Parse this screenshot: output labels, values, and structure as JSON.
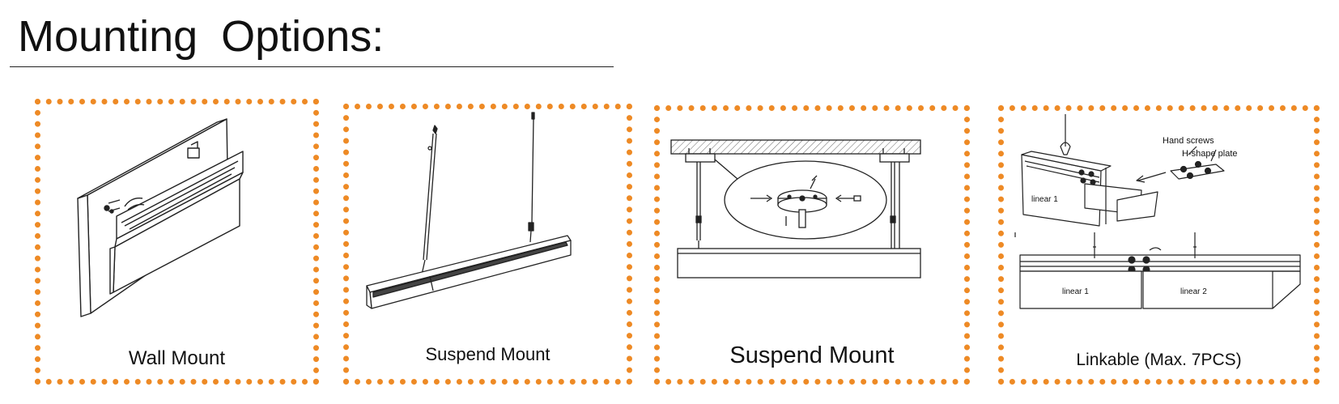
{
  "page": {
    "title": "Mounting Options:"
  },
  "panels": [
    {
      "caption": "Wall Mount",
      "illustration": "wall-mount-illustration"
    },
    {
      "caption": "Suspend Mount",
      "illustration": "suspend-mount-illustration"
    },
    {
      "caption": "Suspend Mount",
      "illustration": "suspend-mount-detail-illustration"
    },
    {
      "caption": "Linkable (Max. 7PCS)",
      "illustration": "linkable-illustration",
      "labels": {
        "hand_screws": "Hand screws",
        "h_shape_plate": "H-shape plate",
        "linear_1_top": "linear 1",
        "linear_1_bottom": "linear 1",
        "linear_2": "linear 2"
      }
    }
  ],
  "colors": {
    "border_accent": "#ee8a25",
    "line_art": "#222222"
  }
}
